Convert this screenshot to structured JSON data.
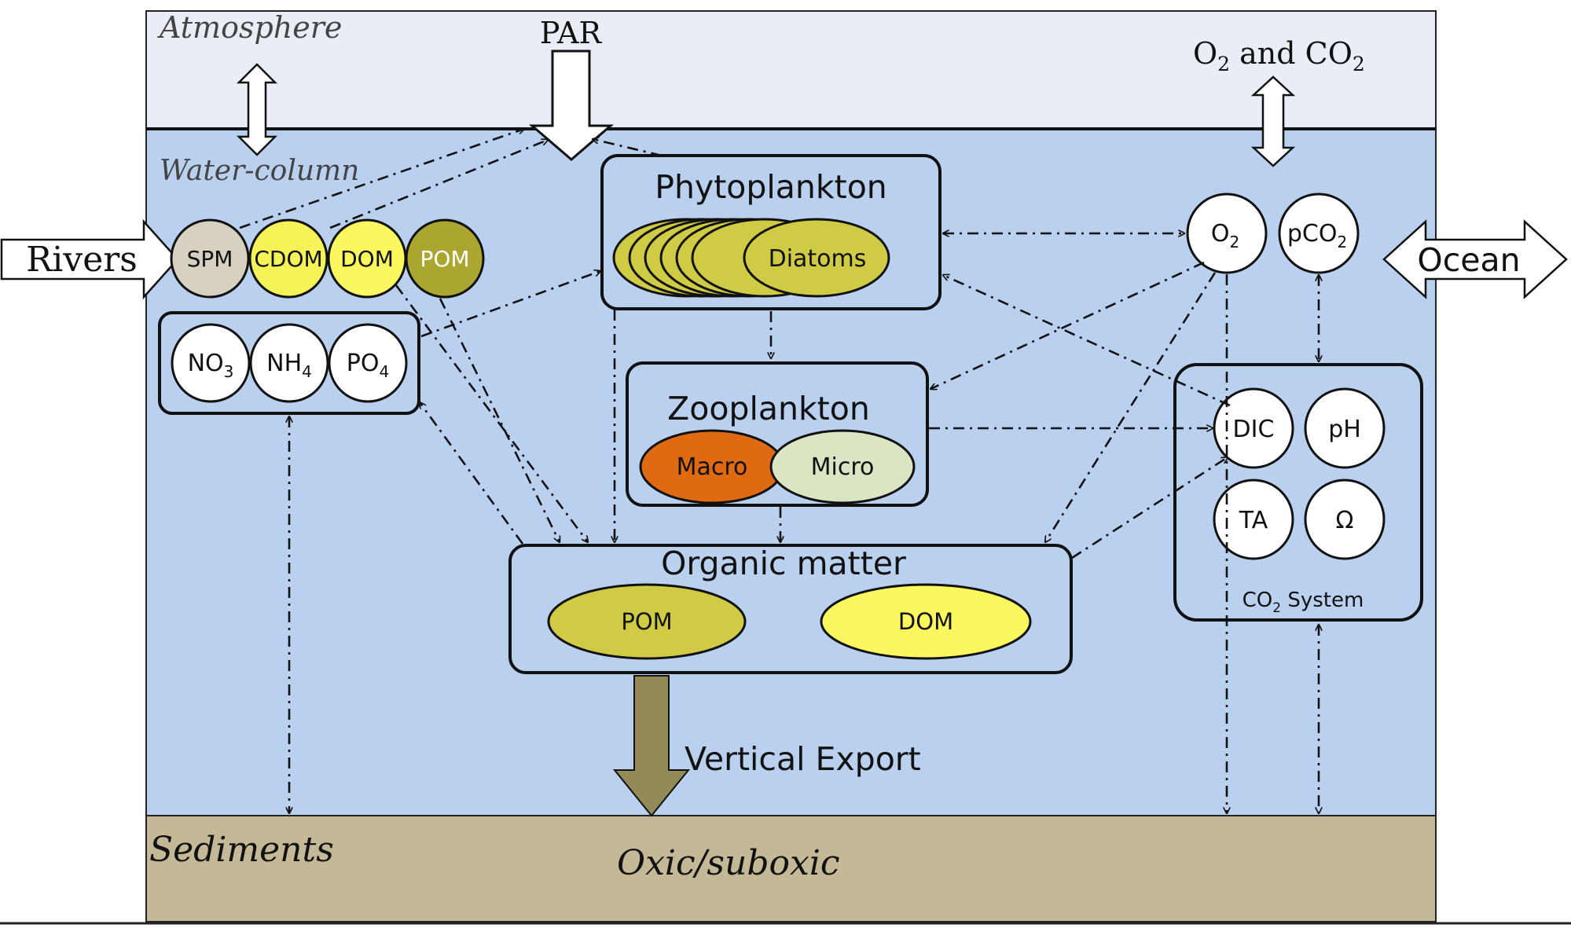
{
  "zones": {
    "atmosphere": "Atmosphere",
    "water_column": "Water-column",
    "sediments": "Sediments",
    "sediment_type": "Oxic/suboxic"
  },
  "inputs": {
    "par": "PAR",
    "gas_base": "O",
    "gas_sub1": "2",
    "gas_and": " and CO",
    "gas_sub2": "2",
    "rivers": "Rivers",
    "ocean": "Ocean"
  },
  "river_particles": [
    "SPM",
    "CDOM",
    "DOM",
    "POM"
  ],
  "nutrients": [
    {
      "base": "NO",
      "sub": "3"
    },
    {
      "base": "NH",
      "sub": "4"
    },
    {
      "base": "PO",
      "sub": "4"
    }
  ],
  "phytoplankton": {
    "title": "Phytoplankton",
    "group": "Diatoms"
  },
  "zooplankton": {
    "title": "Zooplankton",
    "macro": "Macro",
    "micro": "Micro"
  },
  "organic_matter": {
    "title": "Organic matter",
    "pom": "POM",
    "dom": "DOM"
  },
  "gases": {
    "o2_base": "O",
    "o2_sub": "2",
    "pco2_base": "pCO",
    "pco2_sub": "2"
  },
  "co2_system": {
    "dic": "DIC",
    "ph": "pH",
    "ta": "TA",
    "omega": "Ω",
    "label_base": "CO",
    "label_sub": "2",
    "label_rest": " System"
  },
  "export": "Vertical Export",
  "colors": {
    "atmosphere": "#e8edf6",
    "water": "#b9d1ee",
    "sediment": "#c4b996",
    "spm": "#d6d1c0",
    "cdom": "#f6f358",
    "dom": "#fbf75e",
    "pom": "#aaa630",
    "diatom": "#cfcb45",
    "macro": "#e06a12",
    "micro": "#d9e5c3",
    "export_arrow": "#938b57"
  }
}
